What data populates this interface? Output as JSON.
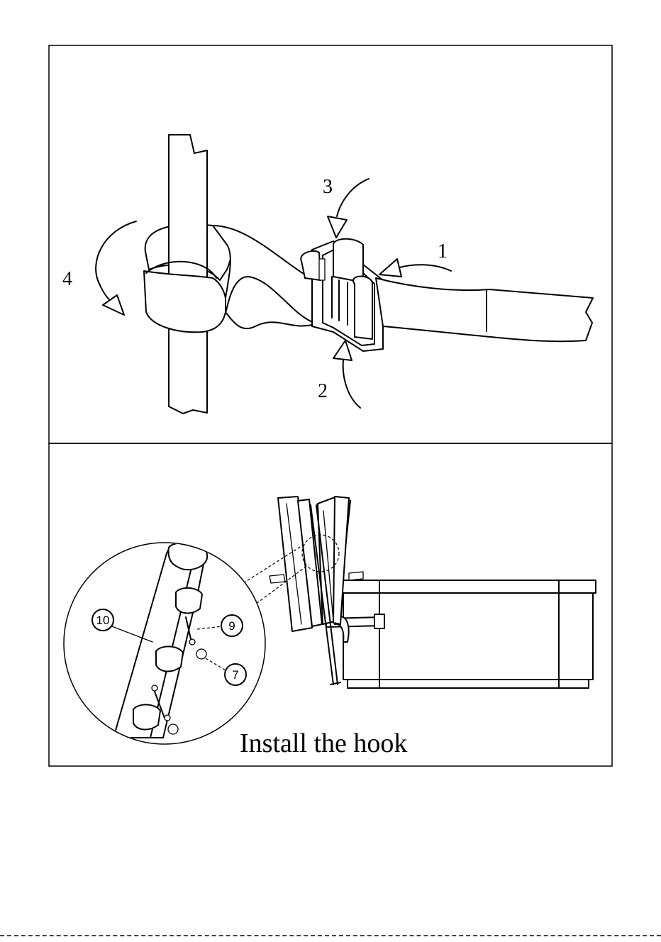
{
  "strap_panel": {
    "step_labels": [
      "1",
      "2",
      "3",
      "4"
    ]
  },
  "hook_panel": {
    "callouts": [
      "10",
      "9",
      "7"
    ],
    "caption": "Install the hook"
  }
}
